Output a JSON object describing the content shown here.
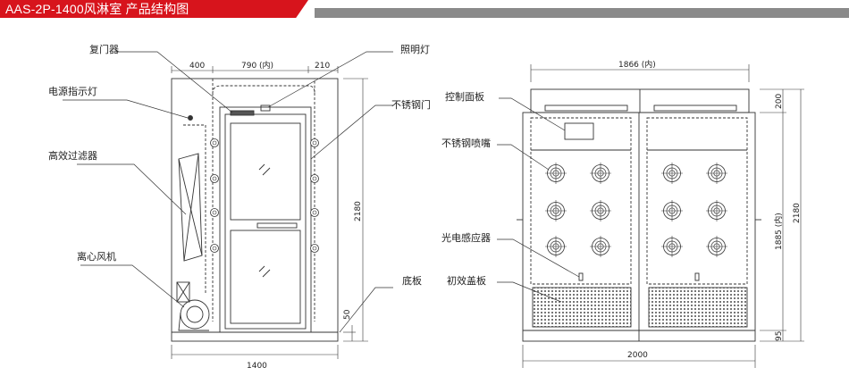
{
  "header": {
    "title": "AAS-2P-1400风淋室 产品结构图",
    "accent_color": "#d7141c",
    "bar_color": "#8a8a8a"
  },
  "front_view": {
    "labels": {
      "return_device": "复门器",
      "power_light": "电源指示灯",
      "hepa": "高效过滤器",
      "fan": "离心风机",
      "lighting": "照明灯",
      "ss_door": "不锈钢门",
      "base": "底板"
    },
    "dims": {
      "left_width": "400",
      "door_width": "790 (内)",
      "right_width": "210",
      "height": "2180",
      "base_height": "50",
      "total_width": "1400"
    }
  },
  "side_view": {
    "labels": {
      "control_panel": "控制面板",
      "nozzle": "不锈钢喷嘴",
      "sensor": "光电感应器",
      "prefilter": "初效盖板"
    },
    "dims": {
      "inner_width": "1866 (内)",
      "top": "200",
      "inner_height": "1885 (内)",
      "height": "2180",
      "bottom": "95",
      "total_width": "2000"
    }
  }
}
